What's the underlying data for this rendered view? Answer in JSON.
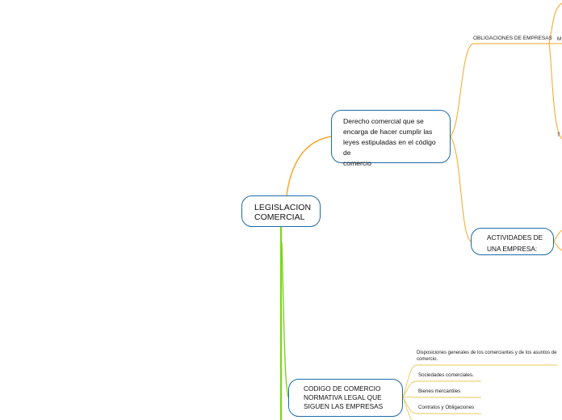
{
  "root": {
    "lines": [
      "LEGISLACION",
      "COMERCIAL"
    ]
  },
  "derecho": {
    "lines": [
      "Derecho comercial que se",
      "encarga de hacer cumplir las",
      "leyes estipuladas en el código de",
      "comercio"
    ]
  },
  "obligaciones": {
    "label": "OBLIGACIONES DE EMPRESAS"
  },
  "actividades": {
    "lines": [
      "ACTIVIDADES DE",
      "UNA EMPRESA:"
    ]
  },
  "codigo": {
    "lines": [
      "CODIGO DE COMERCIO",
      "NORMATIVA LEGAL QUE",
      "SIGUEN LAS EMPRESAS"
    ]
  },
  "codigo_items": {
    "disposiciones": "Disposiciones generales de los comerciantes y de los asuntos de comercio.",
    "sociedades": "Sociedades comerciales.",
    "bienes": "Bienes mercantiles",
    "contratos": "Contratos y Obligaciones"
  },
  "cut_labels": {
    "m": "M",
    "t": "T"
  },
  "colors": {
    "orange_branch": "#f5a623",
    "green_branch": "#7ed321",
    "node_border": "#1f6aa8",
    "sub_branch": "#e8c95a"
  }
}
